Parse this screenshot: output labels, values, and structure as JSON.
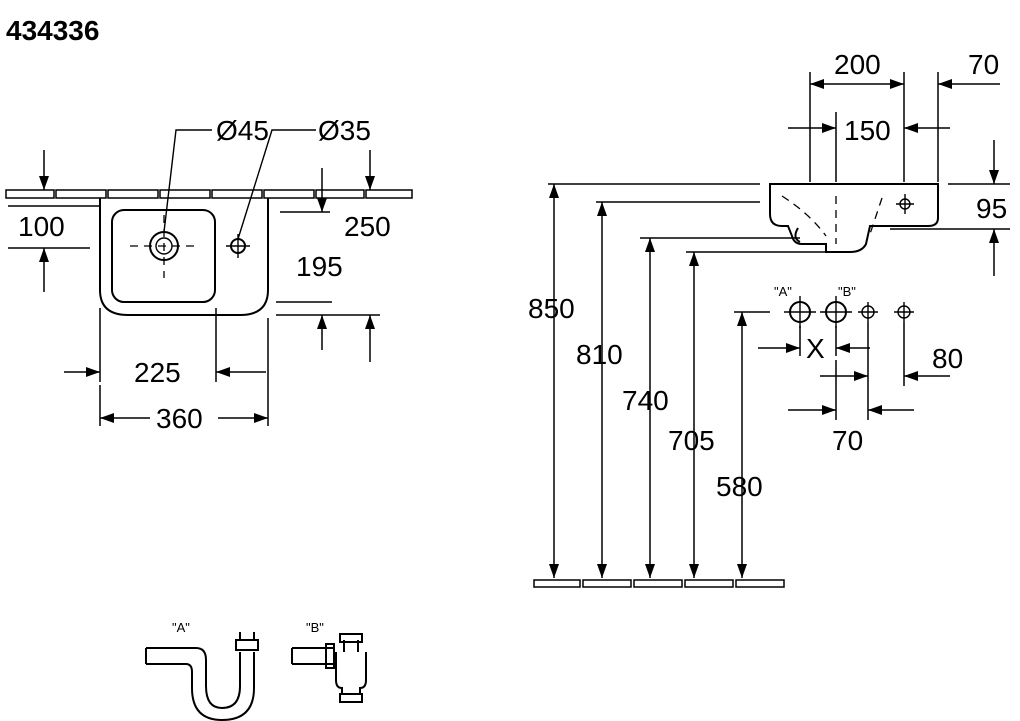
{
  "title": "434336",
  "top_view": {
    "d_waste": "Ø45",
    "d_tap": "Ø35",
    "dim_100": "100",
    "dim_250": "250",
    "dim_195": "195",
    "dim_225": "225",
    "dim_360": "360"
  },
  "side_view": {
    "dim_200": "200",
    "dim_70_top": "70",
    "dim_150": "150",
    "dim_95": "95",
    "dim_850": "850",
    "dim_810": "810",
    "dim_740": "740",
    "dim_705": "705",
    "dim_580": "580",
    "dim_x": "X",
    "dim_80": "80",
    "dim_70_bottom": "70",
    "label_a": "\"A\"",
    "label_b": "\"B\""
  },
  "traps": {
    "label_a": "\"A\"",
    "label_b": "\"B\""
  }
}
